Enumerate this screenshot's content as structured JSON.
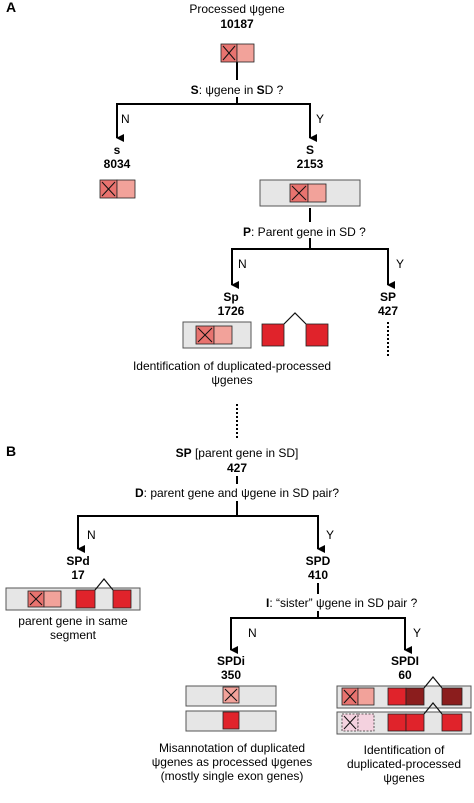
{
  "panelA": {
    "label": "A",
    "root": {
      "title": "Processed ψgene",
      "count": "10187"
    },
    "q1": {
      "key": "S",
      "text": ": ψgene in ",
      "key2": "S",
      "text2": "D ?"
    },
    "branch_no": "N",
    "branch_yes": "Y",
    "s": {
      "name": "s",
      "count": "8034"
    },
    "S": {
      "name": "S",
      "count": "2153"
    },
    "q2": {
      "key": "P",
      "text": ": Parent gene in SD ?"
    },
    "Sp": {
      "name": "Sp",
      "count": "1726"
    },
    "SP": {
      "name": "SP",
      "count": "427"
    },
    "note": "Identification of duplicated-processed ψgenes"
  },
  "panelB": {
    "label": "B",
    "root": {
      "key": "SP",
      "text": " [parent gene in SD]",
      "count": "427"
    },
    "q3": {
      "key": "D",
      "text": ": parent gene and ψgene in SD pair?"
    },
    "branch_no": "N",
    "branch_yes": "Y",
    "SPd": {
      "name": "SPd",
      "count": "17",
      "note": "parent gene in same segment"
    },
    "SPD": {
      "name": "SPD",
      "count": "410"
    },
    "q4": {
      "key": "I",
      "text": ": “sister” ψgene in SD pair ?"
    },
    "SPDi": {
      "name": "SPDi",
      "count": "350",
      "note": "Misannotation of duplicated ψgenes as processed ψgenes (mostly single exon genes)"
    },
    "SPDI": {
      "name": "SPDI",
      "count": "60",
      "note": "Identification of duplicated-processed ψgenes"
    }
  },
  "colors": {
    "pseudogene_dark": "#e8736f",
    "pseudogene_light": "#f2a29a",
    "parent_exon": "#e0232b",
    "sister_exon": "#8b1d1d",
    "sd_segment": "#e6e6e6",
    "faint_pseudogene": "#f4d2df"
  }
}
